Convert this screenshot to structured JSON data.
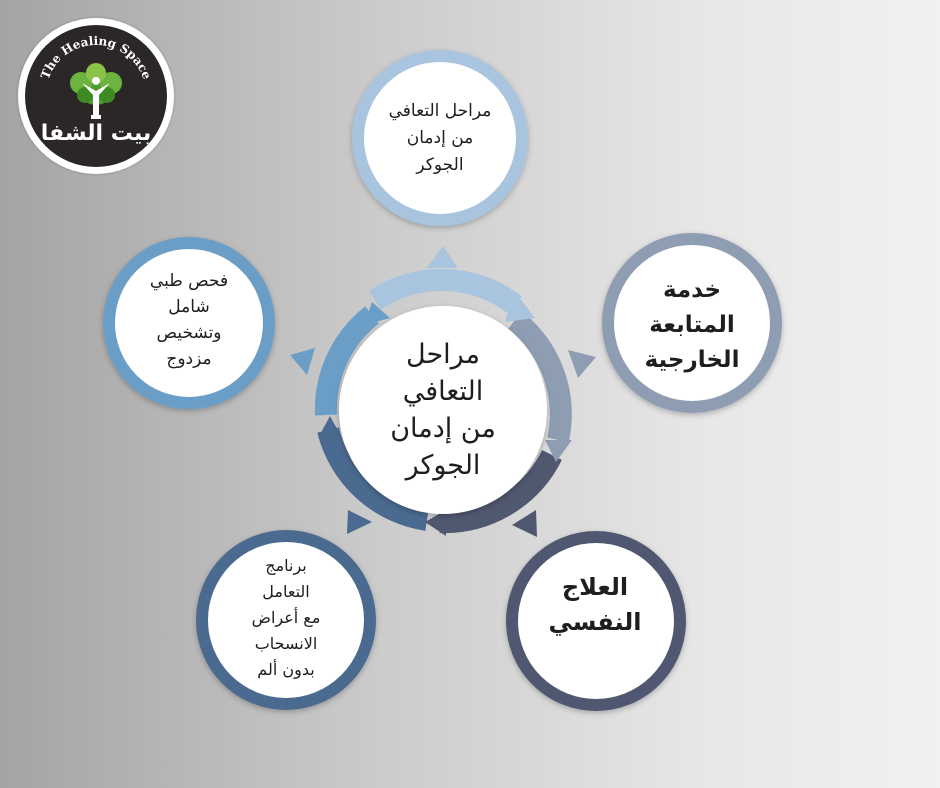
{
  "center": {
    "text": "مراحل\nالتعافي\nمن إدمان\nالجوكر"
  },
  "nodes": [
    {
      "id": "top",
      "text": "مراحل التعافي\nمن إدمان\nالجوكر",
      "color": "#a8c4de"
    },
    {
      "id": "right",
      "text": "خدمة\nالمتابعة\nالخارجية",
      "color": "#8f9db3"
    },
    {
      "id": "bottom-right",
      "text": "العلاج\nالنفسي",
      "color": "#505870"
    },
    {
      "id": "bottom-left",
      "text": "برنامج\nالتعامل\nمع أعراض\nالانسحاب\nبدون ألم",
      "color": "#4b6a90"
    },
    {
      "id": "left",
      "text": "فحص طبي\nشامل\nوتشخيص\nمزدوج",
      "color": "#6b9ec6"
    }
  ],
  "logo": {
    "name_en": "The Healing Space",
    "name_ar": "بيت الشفا",
    "icon": "tree-with-person-icon",
    "colors": {
      "bg": "#2b2727",
      "leaf": "#4f9a2c",
      "leaf_light": "#8bc34a"
    }
  },
  "colors": {
    "background_left": "#a4a4a4",
    "background_right": "#f1f1f1",
    "circle_fill": "#ffffff"
  }
}
